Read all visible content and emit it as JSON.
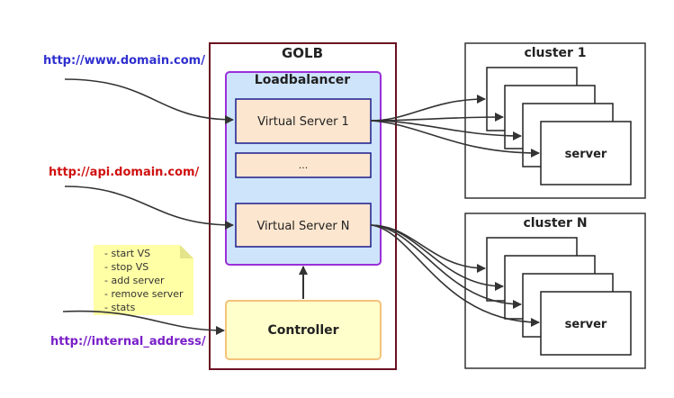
{
  "urls": {
    "www": "http://www.domain.com/",
    "api": "http://api.domain.com/",
    "internal": "http://internal_address/"
  },
  "golb": {
    "title": "GOLB"
  },
  "loadbalancer": {
    "title": "Loadbalancer",
    "vs1": "Virtual Server 1",
    "ellipsis": "...",
    "vsn": "Virtual Server N"
  },
  "controller": {
    "title": "Controller"
  },
  "note": {
    "lines": [
      "- start VS",
      "- stop VS",
      "- add server",
      "- remove server",
      "- stats"
    ]
  },
  "clusters": [
    {
      "title": "cluster 1",
      "server_label": "server"
    },
    {
      "title": "cluster N",
      "server_label": "server"
    }
  ],
  "colors": {
    "url_www": "#2f2fd0",
    "url_api": "#d01010",
    "url_internal": "#7a1fc8",
    "golb_border": "#6b1020",
    "lb_fill": "#cde4fb",
    "lb_border": "#9b2fd8",
    "vs_fill": "#fde6cf",
    "vs_border": "#1c1c8c",
    "controller_fill": "#ffffcc",
    "controller_border": "#f4c27a",
    "note_fill": "#ffffa6"
  }
}
